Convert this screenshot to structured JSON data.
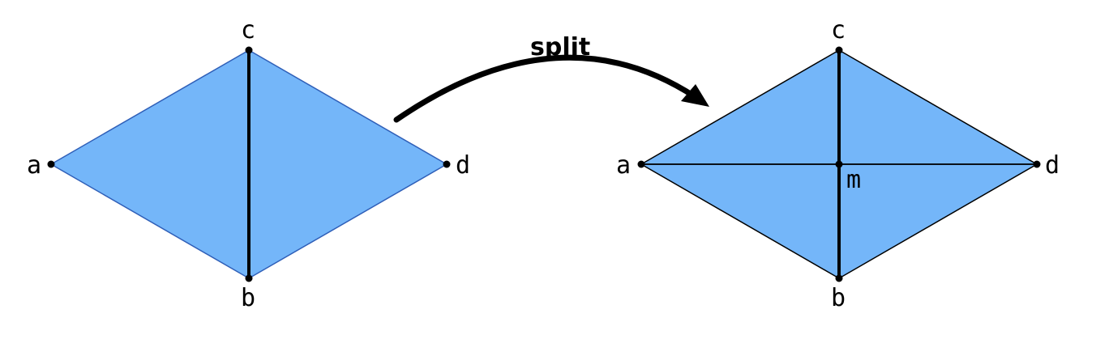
{
  "colors": {
    "fill": "#74b6f9",
    "edge": "#000000",
    "thin_edge": "#2f5fb8",
    "background": "#ffffff"
  },
  "left_diagram": {
    "vertices": {
      "a": "a",
      "b": "b",
      "c": "c",
      "d": "d"
    }
  },
  "arrow": {
    "label": "split"
  },
  "right_diagram": {
    "vertices": {
      "a": "a",
      "b": "b",
      "c": "c",
      "d": "d",
      "m": "m"
    }
  }
}
